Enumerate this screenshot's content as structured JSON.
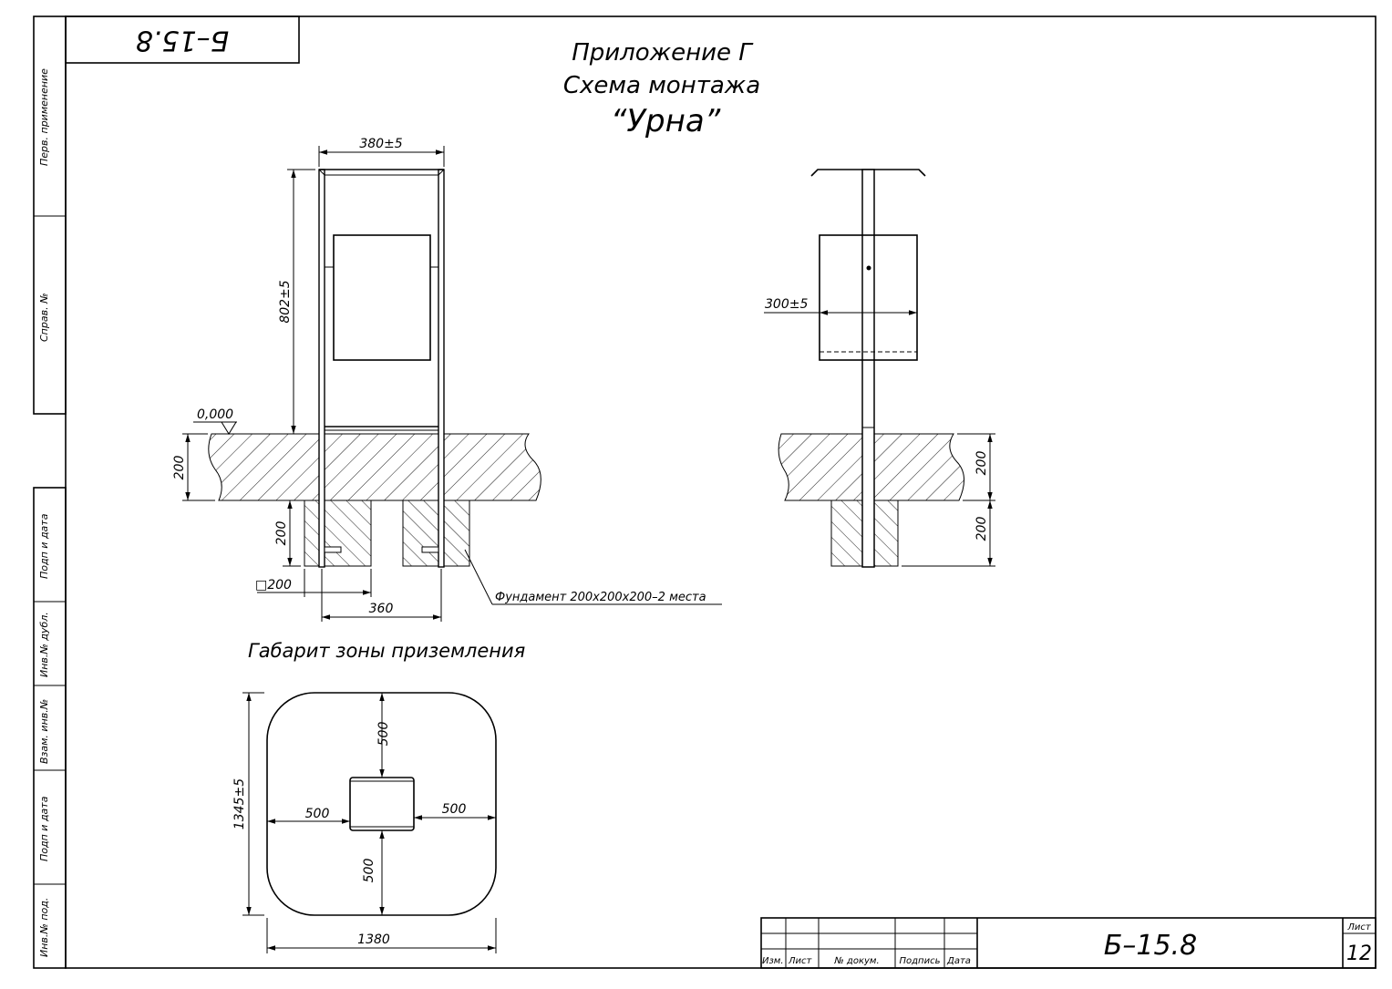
{
  "stamp": {
    "code_rotated": "Б–15.8"
  },
  "title": {
    "line1": "Приложение Г",
    "line2": "Схема монтажа",
    "line3": "“Урна”"
  },
  "side_strip": {
    "perv_primenenie": "Перв. применение",
    "sprav_no": "Справ. №",
    "podp_data_1": "Подп и дата",
    "inv_dubl": "Инв.№ дубл.",
    "vzam_inv": "Взам. инв.№",
    "podp_data_2": "Подп и дата",
    "inv_pod": "Инв.№ под."
  },
  "front_view": {
    "width_dim": "380±5",
    "height_dim": "802±5",
    "level_mark": "0,000",
    "ground_depth": "200",
    "foundation_depth": "200",
    "foundation_size": "□200",
    "spacing_dim": "360",
    "foundation_note": "Фундамент 200х200х200–2 места"
  },
  "side_view": {
    "width_dim": "300±5",
    "ground_depth": "200",
    "foundation_depth": "200"
  },
  "landing_zone": {
    "title": "Габарит зоны приземления",
    "height_dim": "1345±5",
    "width_dim": "1380",
    "top_clear": "500",
    "bottom_clear": "500",
    "left_clear": "500",
    "right_clear": "500"
  },
  "title_block": {
    "izm": "Изм.",
    "list": "Лист",
    "doc_no": "№ докум.",
    "podpis": "Подпись",
    "data": "Дата",
    "designation": "Б–15.8",
    "sheet_label": "Лист",
    "sheet_no": "12"
  }
}
